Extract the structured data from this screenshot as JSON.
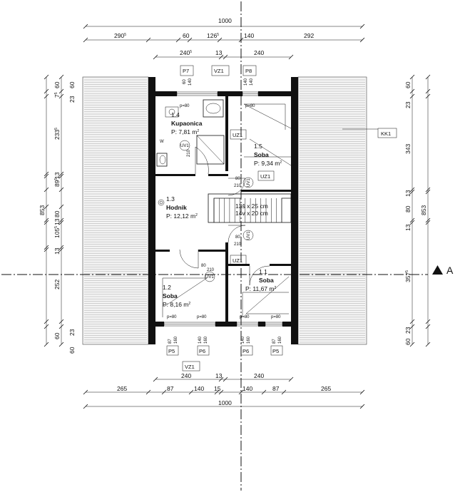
{
  "dimensions": {
    "top_total": "1000",
    "top_segments": [
      "290",
      "60",
      "126",
      "140",
      "292"
    ],
    "top_sup": [
      "5",
      "",
      "5",
      "",
      ""
    ],
    "inner_top": [
      "240",
      "13",
      "240"
    ],
    "inner_top_sup": [
      "5",
      "",
      ""
    ],
    "bottom_inner": [
      "240",
      "13",
      "240"
    ],
    "bottom_segments": [
      "265",
      "87",
      "140",
      "15",
      "140",
      "87",
      "265"
    ],
    "bottom_total": "1000",
    "left_outer": "853",
    "left_inner": [
      "60",
      "7",
      "233",
      "13",
      "89",
      "80",
      "13",
      "105",
      "13",
      "252",
      "60"
    ],
    "left_inner_sup": [
      "",
      "5",
      "5",
      "",
      "5",
      "",
      "",
      "5",
      "",
      "",
      ""
    ],
    "left_mid": [
      "60",
      "23",
      "23",
      "60"
    ],
    "right_outer": "853",
    "right_inner": [
      "60",
      "23",
      "343",
      "13",
      "80",
      "13",
      "357",
      "23",
      "60"
    ],
    "right_inner_sup": [
      "",
      "",
      "",
      "",
      "",
      "",
      "5",
      "",
      ""
    ]
  },
  "rooms": [
    {
      "num": "1.4",
      "name": "Kupaonica",
      "area": "P: 7,81 m",
      "sup": "2"
    },
    {
      "num": "1.5",
      "name": "Soba",
      "area": "P: 9,34 m",
      "sup": "2"
    },
    {
      "num": "1.3",
      "name": "Hodnik",
      "area": "P: 12,12 m",
      "sup": "2"
    },
    {
      "num": "1.2",
      "name": "Soba",
      "area": "P: 8,16 m",
      "sup": "2"
    },
    {
      "num": "1.1",
      "name": "Soba",
      "area": "P: 11,67 m",
      "sup": "2"
    }
  ],
  "tags": {
    "p7": "P7",
    "p8": "P8",
    "vz1_top": "VZ1",
    "vz1_bottom": "VZ1",
    "uz1_a": "UZ1",
    "uz1_b": "UZ1",
    "uz1_c": "UZ1",
    "kk1": "KK1",
    "p5_left": "P5",
    "p6_left": "P6",
    "p6_right": "P6",
    "p5_right": "P5",
    "uv1_a": "UV1",
    "uv1_b": "UV1",
    "uv1_c": "UV1",
    "uv1_d": "UV1",
    "w": "W"
  },
  "stair": {
    "line1": "13š x 25 cm",
    "line2": "14v x 20 cm"
  },
  "section_mark": "A",
  "small_labels": {
    "p80": "p=80",
    "w60": "60",
    "w140": "140",
    "w210": "210",
    "w80": "80",
    "w87": "87",
    "w160": "160"
  }
}
